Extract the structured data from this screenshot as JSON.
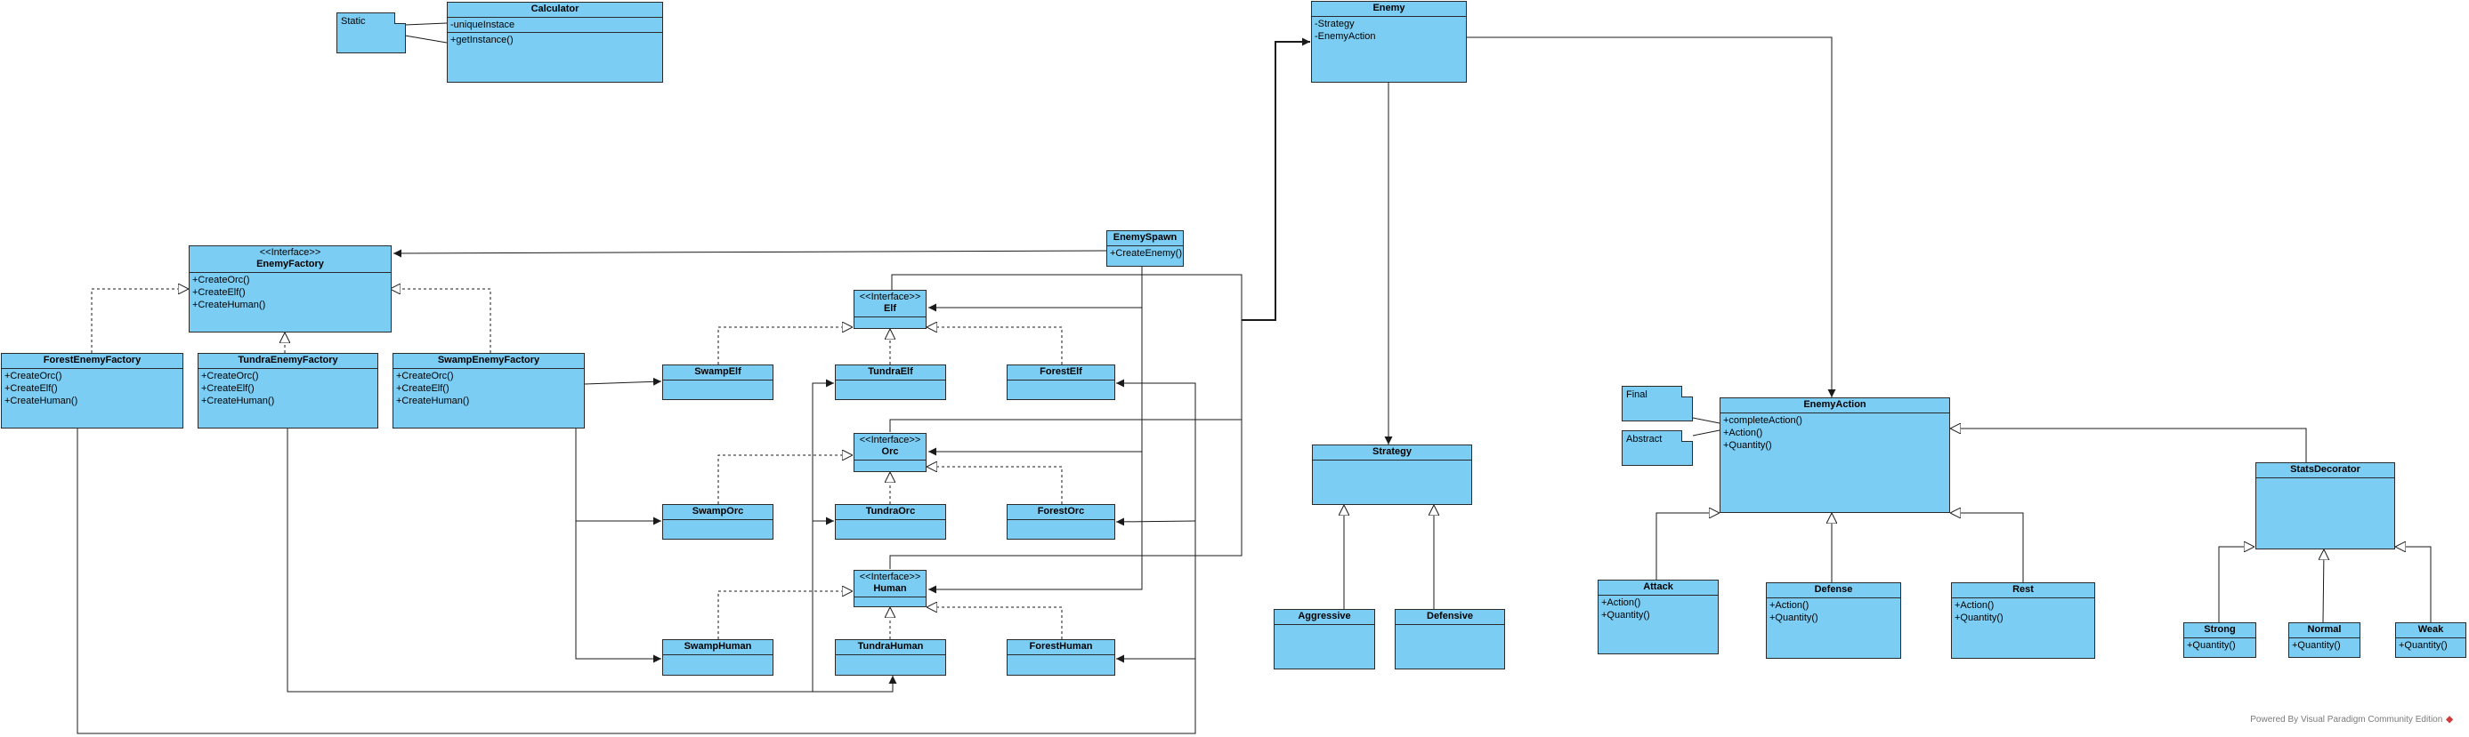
{
  "notes": {
    "static": "Static",
    "final": "Final",
    "abstract": "Abstract"
  },
  "classes": {
    "calculator": {
      "name": "Calculator",
      "attributes": [
        "-uniqueInstace"
      ],
      "methods": [
        "+getInstance()"
      ]
    },
    "enemy": {
      "name": "Enemy",
      "attributes": [
        "-Strategy",
        "-EnemyAction"
      ],
      "methods": []
    },
    "enemy_factory": {
      "stereotype": "<<Interface>>",
      "name": "EnemyFactory",
      "methods": [
        "+CreateOrc()",
        "+CreateElf()",
        "+CreateHuman()"
      ]
    },
    "enemy_spawn": {
      "name": "EnemySpawn",
      "methods": [
        "+CreateEnemy()"
      ]
    },
    "forest_enemy_factory": {
      "name": "ForestEnemyFactory",
      "methods": [
        "+CreateOrc()",
        "+CreateElf()",
        "+CreateHuman()"
      ]
    },
    "tundra_enemy_factory": {
      "name": "TundraEnemyFactory",
      "methods": [
        "+CreateOrc()",
        "+CreateElf()",
        "+CreateHuman()"
      ]
    },
    "swamp_enemy_factory": {
      "name": "SwampEnemyFactory",
      "methods": [
        "+CreateOrc()",
        "+CreateElf()",
        "+CreateHuman()"
      ]
    },
    "elf": {
      "stereotype": "<<Interface>>",
      "name": "Elf"
    },
    "orc": {
      "stereotype": "<<Interface>>",
      "name": "Orc"
    },
    "human": {
      "stereotype": "<<Interface>>",
      "name": "Human"
    },
    "swamp_elf": {
      "name": "SwampElf"
    },
    "tundra_elf": {
      "name": "TundraElf"
    },
    "forest_elf": {
      "name": "ForestElf"
    },
    "swamp_orc": {
      "name": "SwampOrc"
    },
    "tundra_orc": {
      "name": "TundraOrc"
    },
    "forest_orc": {
      "name": "ForestOrc"
    },
    "swamp_human": {
      "name": "SwampHuman"
    },
    "tundra_human": {
      "name": "TundraHuman"
    },
    "forest_human": {
      "name": "ForestHuman"
    },
    "strategy": {
      "name": "Strategy"
    },
    "aggressive": {
      "name": "Aggressive"
    },
    "defensive": {
      "name": "Defensive"
    },
    "enemy_action": {
      "name": "EnemyAction",
      "methods": [
        "+completeAction()",
        "+Action()",
        "+Quantity()"
      ]
    },
    "attack": {
      "name": "Attack",
      "methods": [
        "+Action()",
        "+Quantity()"
      ]
    },
    "defense": {
      "name": "Defense",
      "methods": [
        "+Action()",
        "+Quantity()"
      ]
    },
    "rest": {
      "name": "Rest",
      "methods": [
        "+Action()",
        "+Quantity()"
      ]
    },
    "stats_decorator": {
      "name": "StatsDecorator"
    },
    "strong": {
      "name": "Strong",
      "methods": [
        "+Quantity()"
      ]
    },
    "normal": {
      "name": "Normal",
      "methods": [
        "+Quantity()"
      ]
    },
    "weak": {
      "name": "Weak",
      "methods": [
        "+Quantity()"
      ]
    }
  },
  "footer": {
    "powered_by": "Powered By  Visual Paradigm Community Edition"
  },
  "colors": {
    "class_fill": "#7ccdf4",
    "line": "#1a1a1a",
    "background": "#ffffff"
  }
}
